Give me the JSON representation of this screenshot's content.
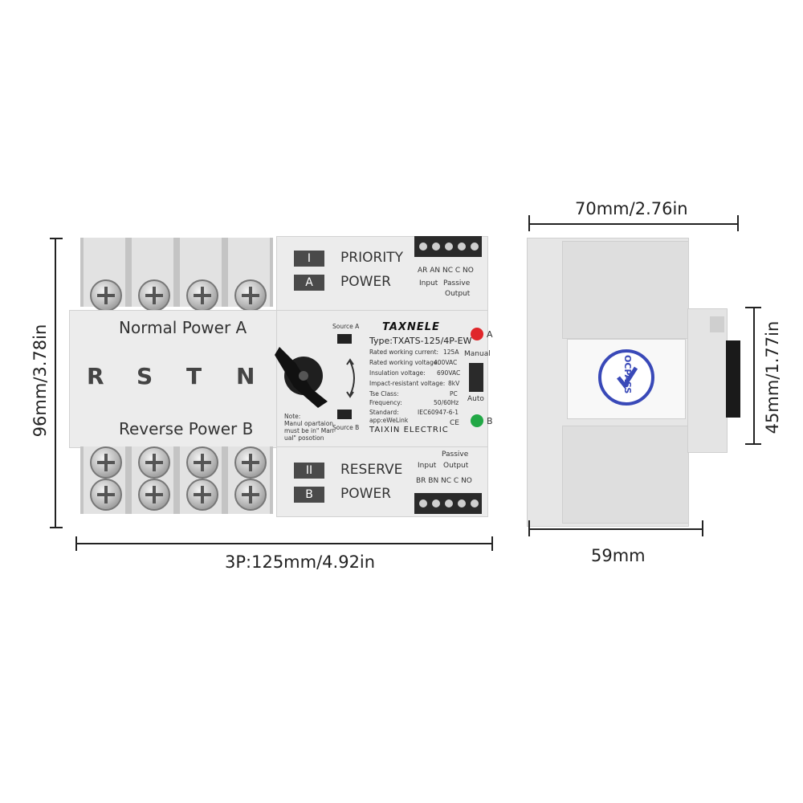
{
  "dimensions": {
    "front_width": "3P:125mm/4.92in",
    "front_height": "96mm/3.78in",
    "side_width_top": "70mm/2.76in",
    "side_width_bottom": "59mm",
    "side_height": "45mm/1.77in"
  },
  "front": {
    "normal_power": "Normal Power A",
    "reverse_power": "Reverse Power B",
    "phases": [
      "R",
      "S",
      "T",
      "N"
    ],
    "top_panel": {
      "badge1": "I",
      "label1": "PRIORITY",
      "badge2": "A",
      "label2": "POWER",
      "term_labels": "AR AN NC C NO",
      "input": "Input",
      "passive": "Passive",
      "output": "Output"
    },
    "bottom_panel": {
      "badge1": "II",
      "label1": "RESERVE",
      "badge2": "B",
      "label2": "POWER",
      "term_labels": "BR BN NC C NO",
      "input": "Input",
      "passive": "Passive",
      "output": "Output"
    },
    "control": {
      "source_a": "Source A",
      "source_b": "Source B",
      "note": [
        "Note:",
        "Manul opartaion",
        "must be in\" Man-",
        "ual\"   posotion"
      ],
      "brand": "TAXNELE",
      "type": "Type:TXATS-125/4P-EW",
      "led_a": "A",
      "led_b": "B",
      "manual": "Manual",
      "auto": "Auto",
      "specs": [
        {
          "k": "Rated working current:",
          "v": "125A"
        },
        {
          "k": "Rated working voltage:",
          "v": "400VAC"
        },
        {
          "k": "Insulation voltage:",
          "v": "690VAC"
        },
        {
          "k": "Impact-resistant voltage:",
          "v": "8kV"
        },
        {
          "k": "Tse Class:",
          "v": "PC"
        },
        {
          "k": "Frequency:",
          "v": "50/60Hz"
        },
        {
          "k": "Standard:",
          "v": "IEC60947-6-1"
        },
        {
          "k": "app:eWeLink",
          "v": ""
        }
      ],
      "ce": "CE",
      "maker": "TAIXIN ELECTRIC"
    }
  },
  "side": {
    "sticker_text": "OCPASS"
  },
  "colors": {
    "led_red": "#e0262a",
    "led_green": "#22a846",
    "sticker_blue": "#3949b8"
  }
}
